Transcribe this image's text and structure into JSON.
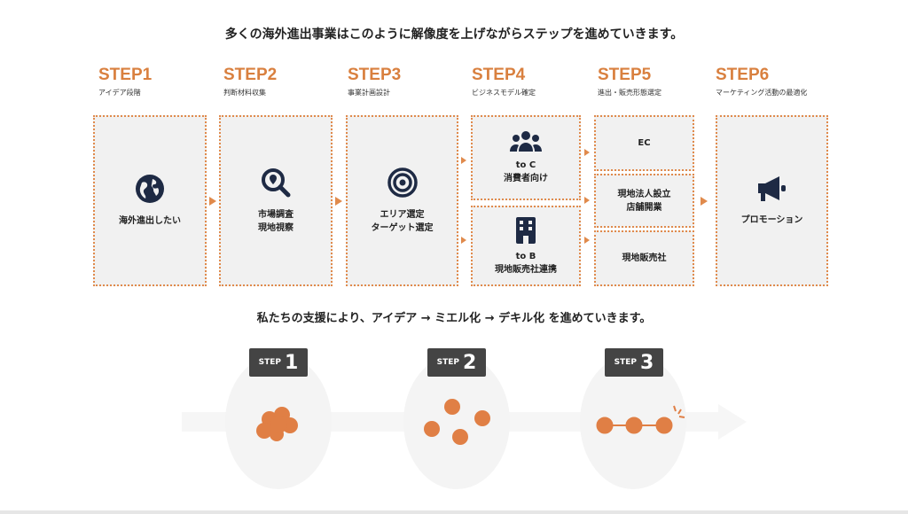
{
  "title": "多くの海外進出事業はこのように解像度を上げながらステップを進めていきます。",
  "steps": [
    {
      "label": "STEP1",
      "sub": "アイデア段階"
    },
    {
      "label": "STEP2",
      "sub": "判断材料収集"
    },
    {
      "label": "STEP3",
      "sub": "事業計画設計"
    },
    {
      "label": "STEP4",
      "sub": "ビジネスモデル確定"
    },
    {
      "label": "STEP5",
      "sub": "進出・販売形態選定"
    },
    {
      "label": "STEP6",
      "sub": "マーケティング活動の最適化"
    }
  ],
  "boxes": {
    "s1": {
      "l1": "海外進出したい",
      "icon": "globe-icon"
    },
    "s2": {
      "l1": "市場調査",
      "l2": "現地視察",
      "icon": "search-icon"
    },
    "s3": {
      "l1": "エリア選定",
      "l2": "ターゲット選定",
      "icon": "target-icon"
    },
    "s4a": {
      "l1": "to C",
      "l2": "消費者向け",
      "icon": "users-icon"
    },
    "s4b": {
      "l1": "to B",
      "l2": "現地販売社連携",
      "icon": "building-icon"
    },
    "s5a": {
      "l1": "EC"
    },
    "s5b": {
      "l1": "現地法人設立",
      "l2": "店舗開業"
    },
    "s5c": {
      "l1": "現地販売社"
    },
    "s6": {
      "l1": "プロモーション",
      "icon": "megaphone-icon"
    }
  },
  "subtitle": "私たちの支援により、アイデア → ミエル化 → デキル化 を進めていきます。",
  "phases": [
    {
      "label": "STEP",
      "num": "1"
    },
    {
      "label": "STEP",
      "num": "2"
    },
    {
      "label": "STEP",
      "num": "3"
    }
  ],
  "colors": {
    "accent": "#e08a4c",
    "orange": "#e07f45",
    "dark": "#444444"
  }
}
